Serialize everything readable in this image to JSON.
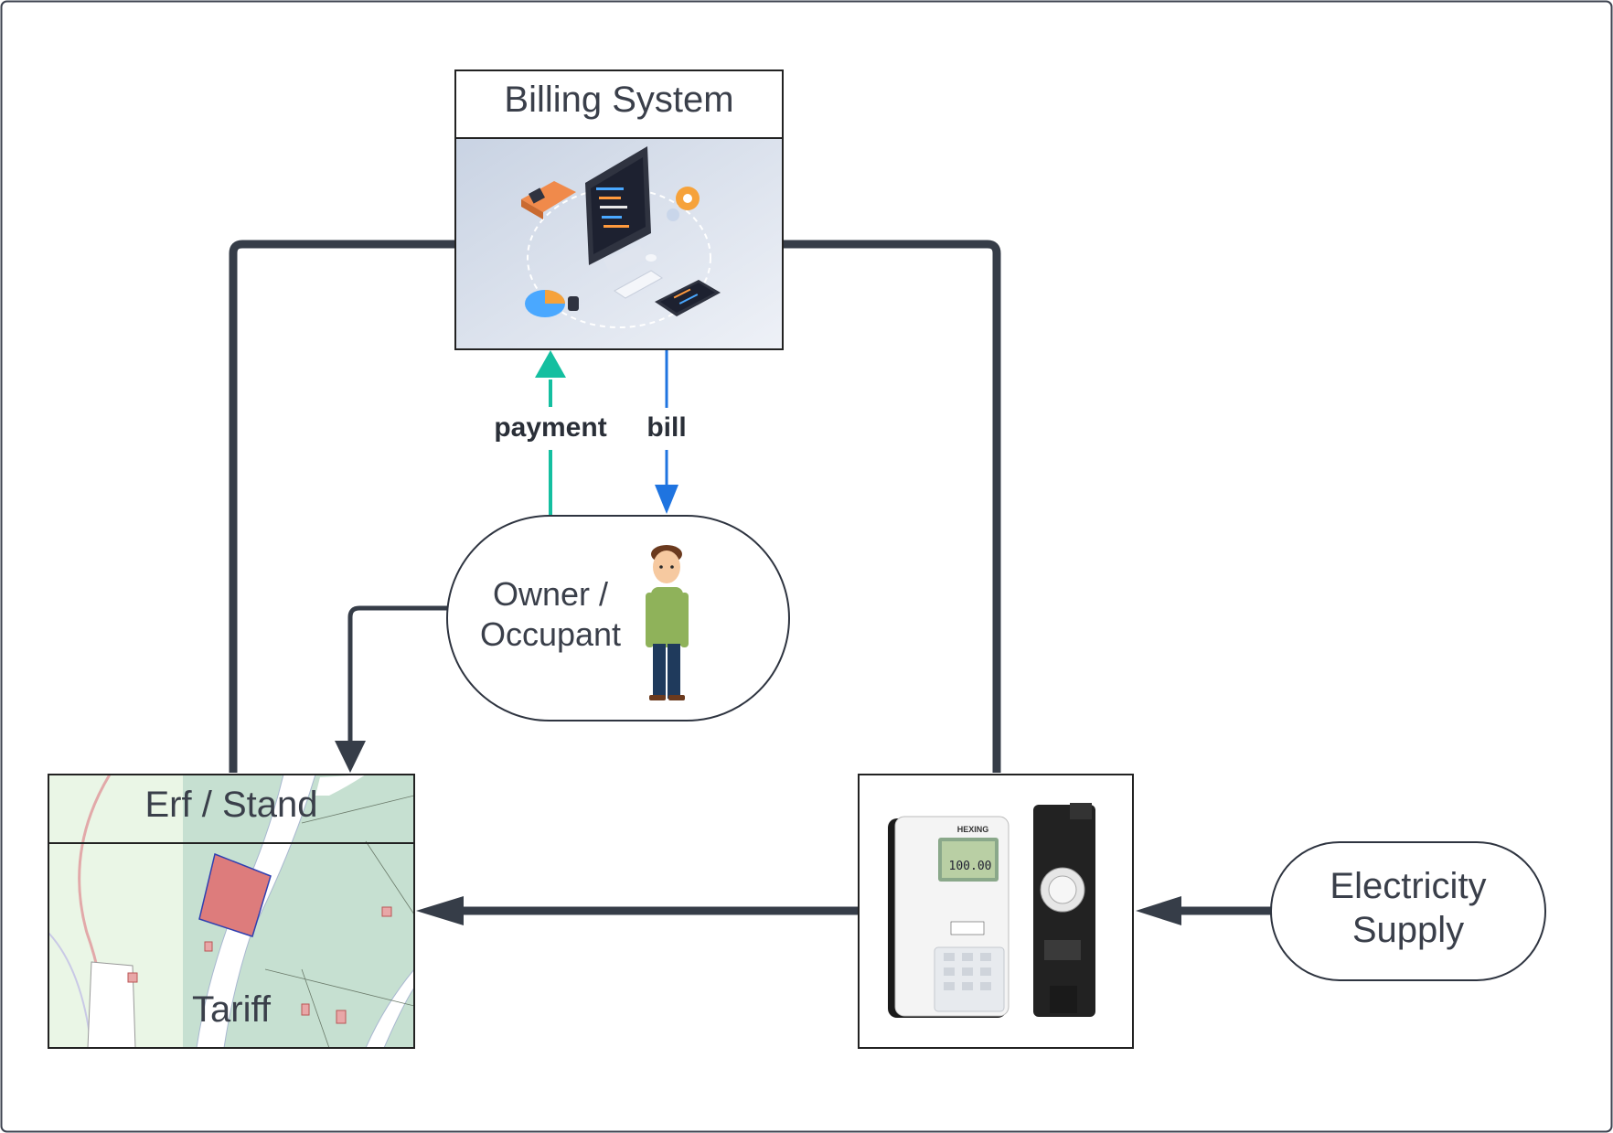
{
  "colors": {
    "connector": "#363d48",
    "payment": "#14bfa0",
    "bill": "#1f74e0",
    "text": "#3a3f4a",
    "frame": "#3d4350"
  },
  "billing_system": {
    "title": "Billing System",
    "icon": "computer-dashboard-illustration"
  },
  "owner": {
    "label_line1": "Owner /",
    "label_line2": "Occupant",
    "icon": "person-illustration"
  },
  "erf": {
    "title": "Erf / Stand",
    "caption": "Tariff",
    "icon": "cadastral-map-illustration"
  },
  "meter": {
    "icon": "prepaid-electricity-meter-photo"
  },
  "supply": {
    "label_line1": "Electricity",
    "label_line2": "Supply"
  },
  "edges": {
    "payment_label": "payment",
    "bill_label": "bill"
  },
  "meter_display": {
    "brand": "HEXING",
    "reading": "100.00"
  }
}
